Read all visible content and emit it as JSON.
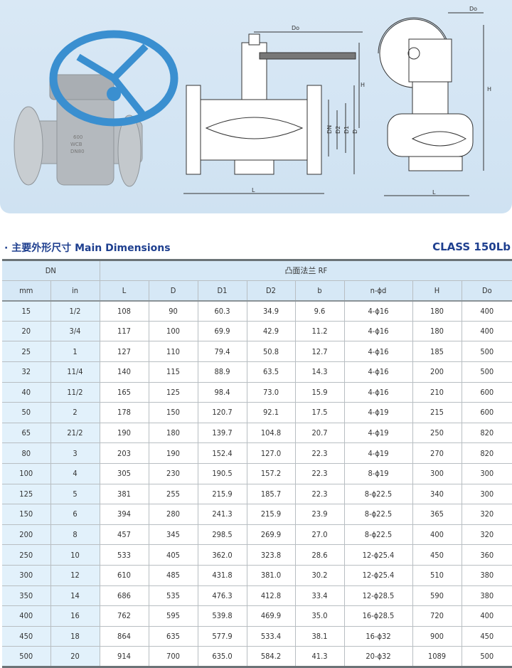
{
  "drawing": {
    "casting_marks": [
      "600",
      "WCB",
      "DN80"
    ],
    "labels": {
      "do_left": "Do",
      "h_left": "H",
      "l_left": "L",
      "dn": "DN",
      "d2": "D2",
      "d1": "D1",
      "d": "D",
      "do_right": "Do",
      "h_right": "H",
      "l_right": "L"
    },
    "colors": {
      "handwheel": "#3a8fd0",
      "body": "#b9bec3",
      "panel": "#d9e8f5"
    }
  },
  "section": {
    "title": "· 主要外形尺寸 Main Dimensions",
    "class_label": "CLASS 150Lb"
  },
  "table": {
    "group_headers": {
      "dn": "DN",
      "rf": "凸面法兰 RF"
    },
    "columns": [
      "mm",
      "in",
      "L",
      "D",
      "D1",
      "D2",
      "b",
      "n-ϕd",
      "H",
      "Do"
    ],
    "rows": [
      [
        "15",
        "1/2",
        "108",
        "90",
        "60.3",
        "34.9",
        "9.6",
        "4-ϕ16",
        "180",
        "400"
      ],
      [
        "20",
        "3/4",
        "117",
        "100",
        "69.9",
        "42.9",
        "11.2",
        "4-ϕ16",
        "180",
        "400"
      ],
      [
        "25",
        "1",
        "127",
        "110",
        "79.4",
        "50.8",
        "12.7",
        "4-ϕ16",
        "185",
        "500"
      ],
      [
        "32",
        "11/4",
        "140",
        "115",
        "88.9",
        "63.5",
        "14.3",
        "4-ϕ16",
        "200",
        "500"
      ],
      [
        "40",
        "11/2",
        "165",
        "125",
        "98.4",
        "73.0",
        "15.9",
        "4-ϕ16",
        "210",
        "600"
      ],
      [
        "50",
        "2",
        "178",
        "150",
        "120.7",
        "92.1",
        "17.5",
        "4-ϕ19",
        "215",
        "600"
      ],
      [
        "65",
        "21/2",
        "190",
        "180",
        "139.7",
        "104.8",
        "20.7",
        "4-ϕ19",
        "250",
        "820"
      ],
      [
        "80",
        "3",
        "203",
        "190",
        "152.4",
        "127.0",
        "22.3",
        "4-ϕ19",
        "270",
        "820"
      ],
      [
        "100",
        "4",
        "305",
        "230",
        "190.5",
        "157.2",
        "22.3",
        "8-ϕ19",
        "300",
        "300"
      ],
      [
        "125",
        "5",
        "381",
        "255",
        "215.9",
        "185.7",
        "22.3",
        "8-ϕ22.5",
        "340",
        "300"
      ],
      [
        "150",
        "6",
        "394",
        "280",
        "241.3",
        "215.9",
        "23.9",
        "8-ϕ22.5",
        "365",
        "320"
      ],
      [
        "200",
        "8",
        "457",
        "345",
        "298.5",
        "269.9",
        "27.0",
        "8-ϕ22.5",
        "400",
        "320"
      ],
      [
        "250",
        "10",
        "533",
        "405",
        "362.0",
        "323.8",
        "28.6",
        "12-ϕ25.4",
        "450",
        "360"
      ],
      [
        "300",
        "12",
        "610",
        "485",
        "431.8",
        "381.0",
        "30.2",
        "12-ϕ25.4",
        "510",
        "380"
      ],
      [
        "350",
        "14",
        "686",
        "535",
        "476.3",
        "412.8",
        "33.4",
        "12-ϕ28.5",
        "590",
        "380"
      ],
      [
        "400",
        "16",
        "762",
        "595",
        "539.8",
        "469.9",
        "35.0",
        "16-ϕ28.5",
        "720",
        "400"
      ],
      [
        "450",
        "18",
        "864",
        "635",
        "577.9",
        "533.4",
        "38.1",
        "16-ϕ32",
        "900",
        "450"
      ],
      [
        "500",
        "20",
        "914",
        "700",
        "635.0",
        "584.2",
        "41.3",
        "20-ϕ32",
        "1089",
        "500"
      ]
    ]
  }
}
